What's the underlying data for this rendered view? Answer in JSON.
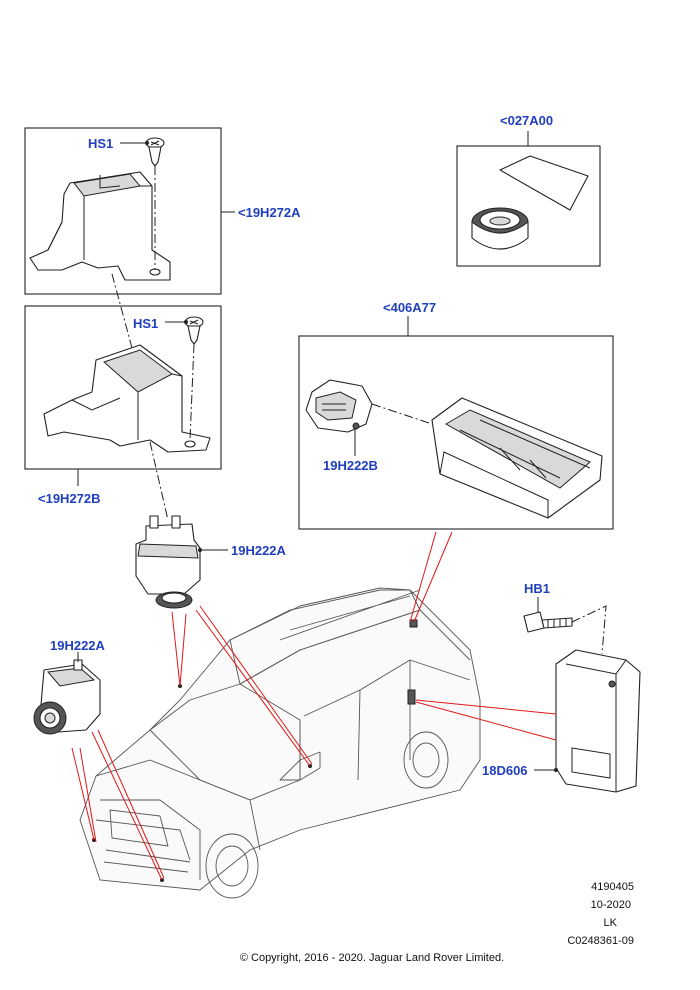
{
  "callouts": {
    "hs1_top": "HS1",
    "hs1_mid": "HS1",
    "c19h272a": "<19H272A",
    "c19h272b": "<19H272B",
    "c027a00": "<027A00",
    "c406a77": "<406A77",
    "c19h222b": "19H222B",
    "c19h222a_mid": "19H222A",
    "c19h222a_left": "19H222A",
    "hb1": "HB1",
    "c18d606": "18D606"
  },
  "info": {
    "line1": "4190405",
    "line2": "10-2020",
    "line3": "LK",
    "line4": "C0248361-09"
  },
  "copyright": "© Copyright, 2016 - 2020. Jaguar Land Rover Limited."
}
